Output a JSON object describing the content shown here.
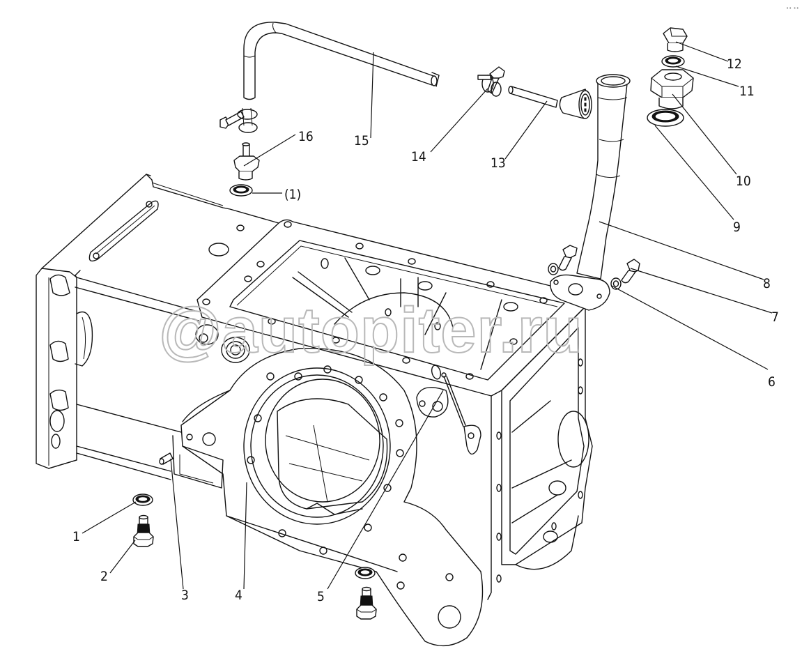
{
  "diagram": {
    "type": "exploded-parts-view",
    "subject": "transmission housing with breather and filler assembly",
    "watermark": "@autopiter.ru",
    "corner_mark": "•• ••",
    "callouts": [
      {
        "id": "1",
        "label": "1",
        "part": "sealing washer"
      },
      {
        "id": "2",
        "label": "2",
        "part": "drain plug"
      },
      {
        "id": "3",
        "label": "3",
        "part": "dowel pin"
      },
      {
        "id": "4",
        "label": "4",
        "part": "housing"
      },
      {
        "id": "5",
        "label": "5",
        "part": "dipstick"
      },
      {
        "id": "6",
        "label": "6",
        "part": "washer"
      },
      {
        "id": "7",
        "label": "7",
        "part": "bolt"
      },
      {
        "id": "8",
        "label": "8",
        "part": "filler pipe"
      },
      {
        "id": "9",
        "label": "9",
        "part": "sealing washer"
      },
      {
        "id": "10",
        "label": "10",
        "part": "filler cap nut"
      },
      {
        "id": "11",
        "label": "11",
        "part": "sealing washer"
      },
      {
        "id": "12",
        "label": "12",
        "part": "plug"
      },
      {
        "id": "13",
        "label": "13",
        "part": "filter / breather"
      },
      {
        "id": "14",
        "label": "14",
        "part": "hose clamp"
      },
      {
        "id": "15",
        "label": "15",
        "part": "breather hose"
      },
      {
        "id": "16",
        "label": "16",
        "part": "union fitting"
      },
      {
        "id": "p1",
        "label": "(1)",
        "part": "sealing washer (same as 1)"
      }
    ]
  }
}
